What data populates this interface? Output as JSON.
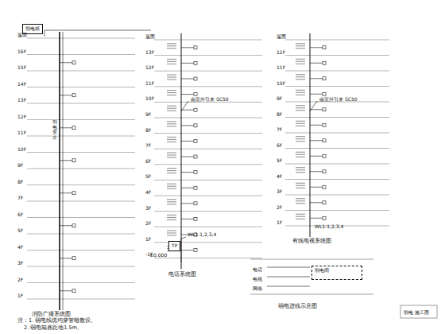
{
  "diagram": {
    "nodes": [
      {
        "text": [
          "弱电箱"
        ]
      },
      {
        "text": [
          "TP"
        ]
      },
      {
        "text": [
          "弱电间"
        ]
      }
    ],
    "labels": [
      "屋面",
      "16F",
      "15F",
      "14F",
      "13F",
      "12F",
      "11F",
      "10F",
      "9F",
      "8F",
      "7F",
      "6F",
      "5F",
      "4F",
      "3F",
      "2F",
      "1F",
      "屋面",
      "13F",
      "12F",
      "11F",
      "10F",
      "9F",
      "8F",
      "7F",
      "6F",
      "5F",
      "4F",
      "3F",
      "2F",
      "1F",
      "-1F",
      "屋面",
      "12F",
      "11F",
      "10F",
      "9F",
      "8F",
      "7F",
      "6F",
      "5F",
      "4F",
      "3F",
      "2F",
      "1F",
      "消防广播系统图",
      "注：1. 弱电线缆均穿管暗敷设。",
      "2. 弱电箱底距地1.5m。",
      "电话系统图",
      "有线电视系统图",
      "弱电进线示意图",
      "由室外引来 SC50",
      "由室外引来 SC50",
      "WL1-1,2,3,4",
      "WL1-1,2,3,4",
      "±0.000",
      "电话",
      "电视",
      "网络",
      "弱电 施工图",
      "弱电竖井"
    ]
  }
}
